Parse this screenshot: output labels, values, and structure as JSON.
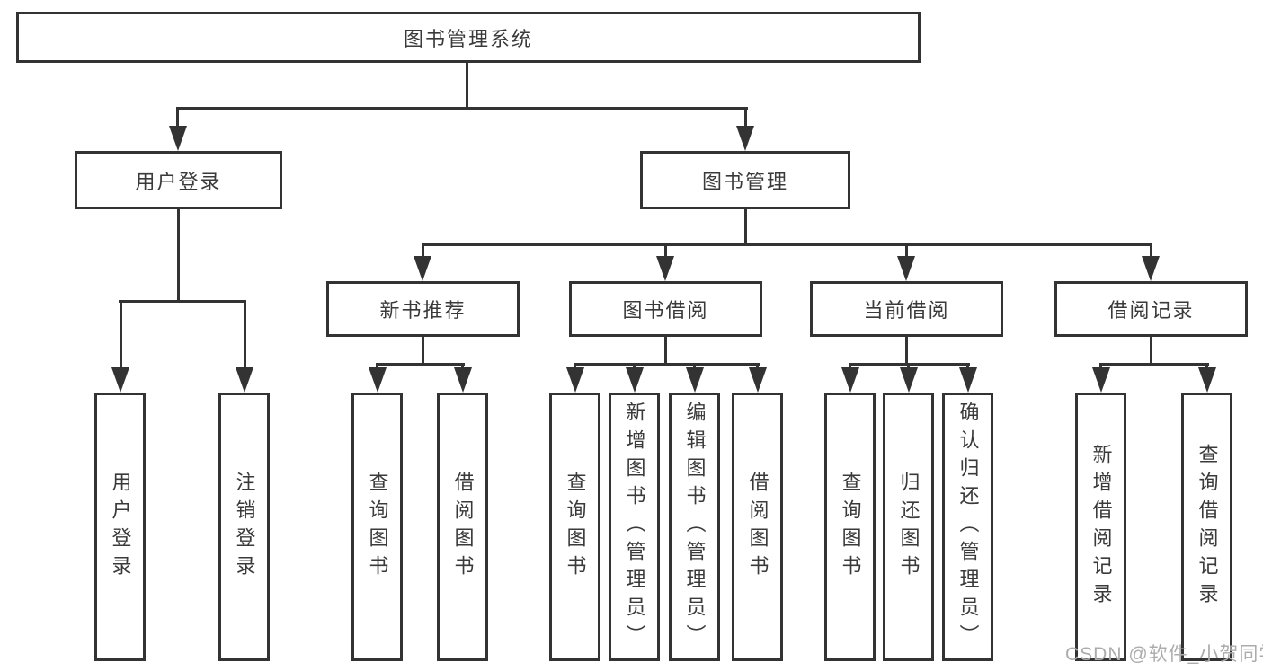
{
  "diagram": {
    "title": "图书管理系统",
    "tree": {
      "label": "图书管理系统",
      "children": [
        {
          "label": "用户登录",
          "children": [
            {
              "label": "用户登录"
            },
            {
              "label": "注销登录"
            }
          ]
        },
        {
          "label": "图书管理",
          "children": [
            {
              "label": "新书推荐",
              "children": [
                {
                  "label": "查询图书"
                },
                {
                  "label": "借阅图书"
                }
              ]
            },
            {
              "label": "图书借阅",
              "children": [
                {
                  "label": "查询图书"
                },
                {
                  "label": "新增图书（管理员）"
                },
                {
                  "label": "编辑图书（管理员）"
                },
                {
                  "label": "借阅图书"
                }
              ]
            },
            {
              "label": "当前借阅",
              "children": [
                {
                  "label": "查询图书"
                },
                {
                  "label": "归还图书"
                },
                {
                  "label": "确认归还（管理员）"
                }
              ]
            },
            {
              "label": "借阅记录",
              "children": [
                {
                  "label": "新增借阅记录"
                },
                {
                  "label": "查询借阅记录"
                }
              ]
            }
          ]
        }
      ]
    },
    "colors": {
      "line": "#333333",
      "box_border": "#333333",
      "box_fill": "#ffffff",
      "text": "#3a3a3a",
      "background": "#ffffff",
      "watermark": "#acacac"
    },
    "watermark": "CSDN @软件_小贺同学"
  }
}
